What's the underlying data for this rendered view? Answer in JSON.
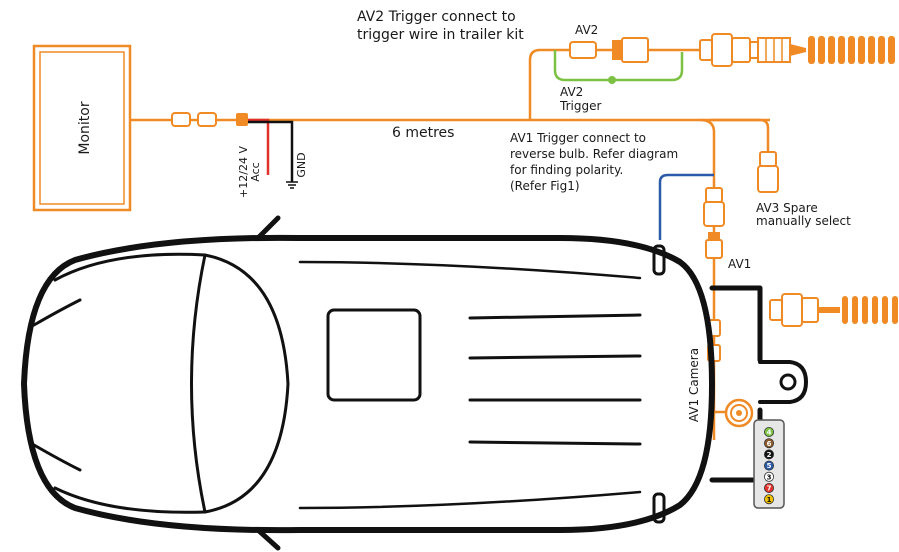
{
  "colors": {
    "wire": "#f08a24",
    "trigger_green": "#7cc242",
    "acc_red": "#e0312b",
    "gnd_black": "#111111",
    "reverse_blue": "#2a5aa8",
    "car_outline": "#111111"
  },
  "labels": {
    "monitor": "Monitor",
    "power": "+12/24 V\nAcc",
    "gnd": "GND",
    "length": "6 metres",
    "av2_trigger_note": "AV2 Trigger connect to\ntrigger wire in trailer kit",
    "av2": "AV2",
    "av2_trigger": "AV2\nTrigger",
    "av1_trigger_note": "AV1 Trigger connect to\nreverse bulb. Refer diagram\nfor finding polarity.\n(Refer Fig1)",
    "av3_spare": "AV3 Spare\nmanually select",
    "av1": "AV1",
    "av1_camera": "AV1 Camera"
  },
  "trailer_plug_pins": [
    "4",
    "6",
    "2",
    "5",
    "3",
    "7",
    "1"
  ],
  "trailer_plug_colors": [
    "#7cc242",
    "#8a5a2b",
    "#111111",
    "#2a5aa8",
    "#ffffff",
    "#e0312b",
    "#f2c200"
  ]
}
